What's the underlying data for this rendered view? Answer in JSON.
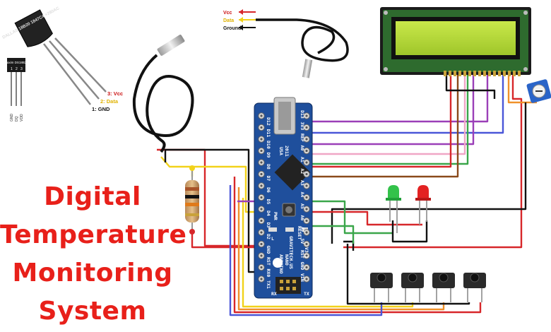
{
  "title": {
    "line1": "Digital",
    "line2": "Temperature",
    "line3": "Monitoring",
    "line4": "System"
  },
  "to92_sensor": {
    "chip_marking": "DALLAS 18B20 1847C4 +280AC",
    "small_marking": "Maxim DS18B20",
    "pin_numbers": [
      "1",
      "2",
      "3"
    ],
    "pin_names": [
      "GND",
      "DQ",
      "VDD"
    ],
    "legend": [
      "3: Vcc",
      "2: Data",
      "1: GND"
    ]
  },
  "probe_legend": {
    "vcc": "Vcc",
    "data": "Data",
    "ground": "Ground"
  },
  "arduino": {
    "brand": "ARDUINO",
    "model": "NANO",
    "version": "V3.1",
    "maker": "GRAVITECH.US",
    "usa": "USA",
    "year": "2011",
    "reset": "RESET",
    "left_pins": [
      "D12",
      "D11",
      "D10",
      "D9",
      "D8",
      "D7",
      "D6",
      "D5",
      "D4",
      "D3",
      "D2",
      "GND",
      "RST",
      "RX0",
      "TX1"
    ],
    "right_pins": [
      "D13",
      "3V3",
      "REF",
      "A0",
      "A1",
      "A2",
      "A3",
      "A4",
      "A5",
      "A6",
      "A7",
      "5V",
      "RST",
      "GND",
      "VIN"
    ],
    "pwr": "PWR",
    "rx": "RX",
    "tx": "TX",
    "l": "L"
  },
  "colors": {
    "board": "#1f4f9c",
    "lcd_frame": "#1b1b1b",
    "lcd_screen": "#b5d934",
    "title_red": "#e8201a",
    "wire_red": "#d7272a",
    "wire_yellow": "#f2d21a",
    "wire_black": "#111111",
    "wire_purple": "#9b3fb8",
    "wire_pink": "#f0a6c6",
    "wire_green": "#3aa64a",
    "wire_brown": "#8a4a1a",
    "wire_blue": "#4a56d8",
    "wire_orange": "#f0912a",
    "led_green": "#33c24a",
    "led_red": "#e32222"
  }
}
